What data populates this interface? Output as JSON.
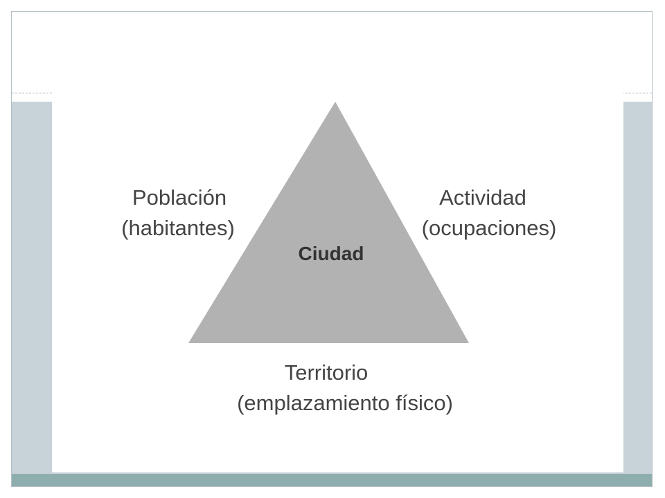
{
  "diagram": {
    "center": "Ciudad",
    "left_top": "Población",
    "left_bottom": "(habitantes)",
    "right_top": "Actividad",
    "right_bottom": "(ocupaciones)",
    "bottom_top": "Territorio",
    "bottom_bottom": "(emplazamiento físico)",
    "colors": {
      "triangle": "#b2b2b2",
      "text": "#444444",
      "content_band": "#c8d3d9",
      "footer_band": "#8eaeae"
    }
  }
}
